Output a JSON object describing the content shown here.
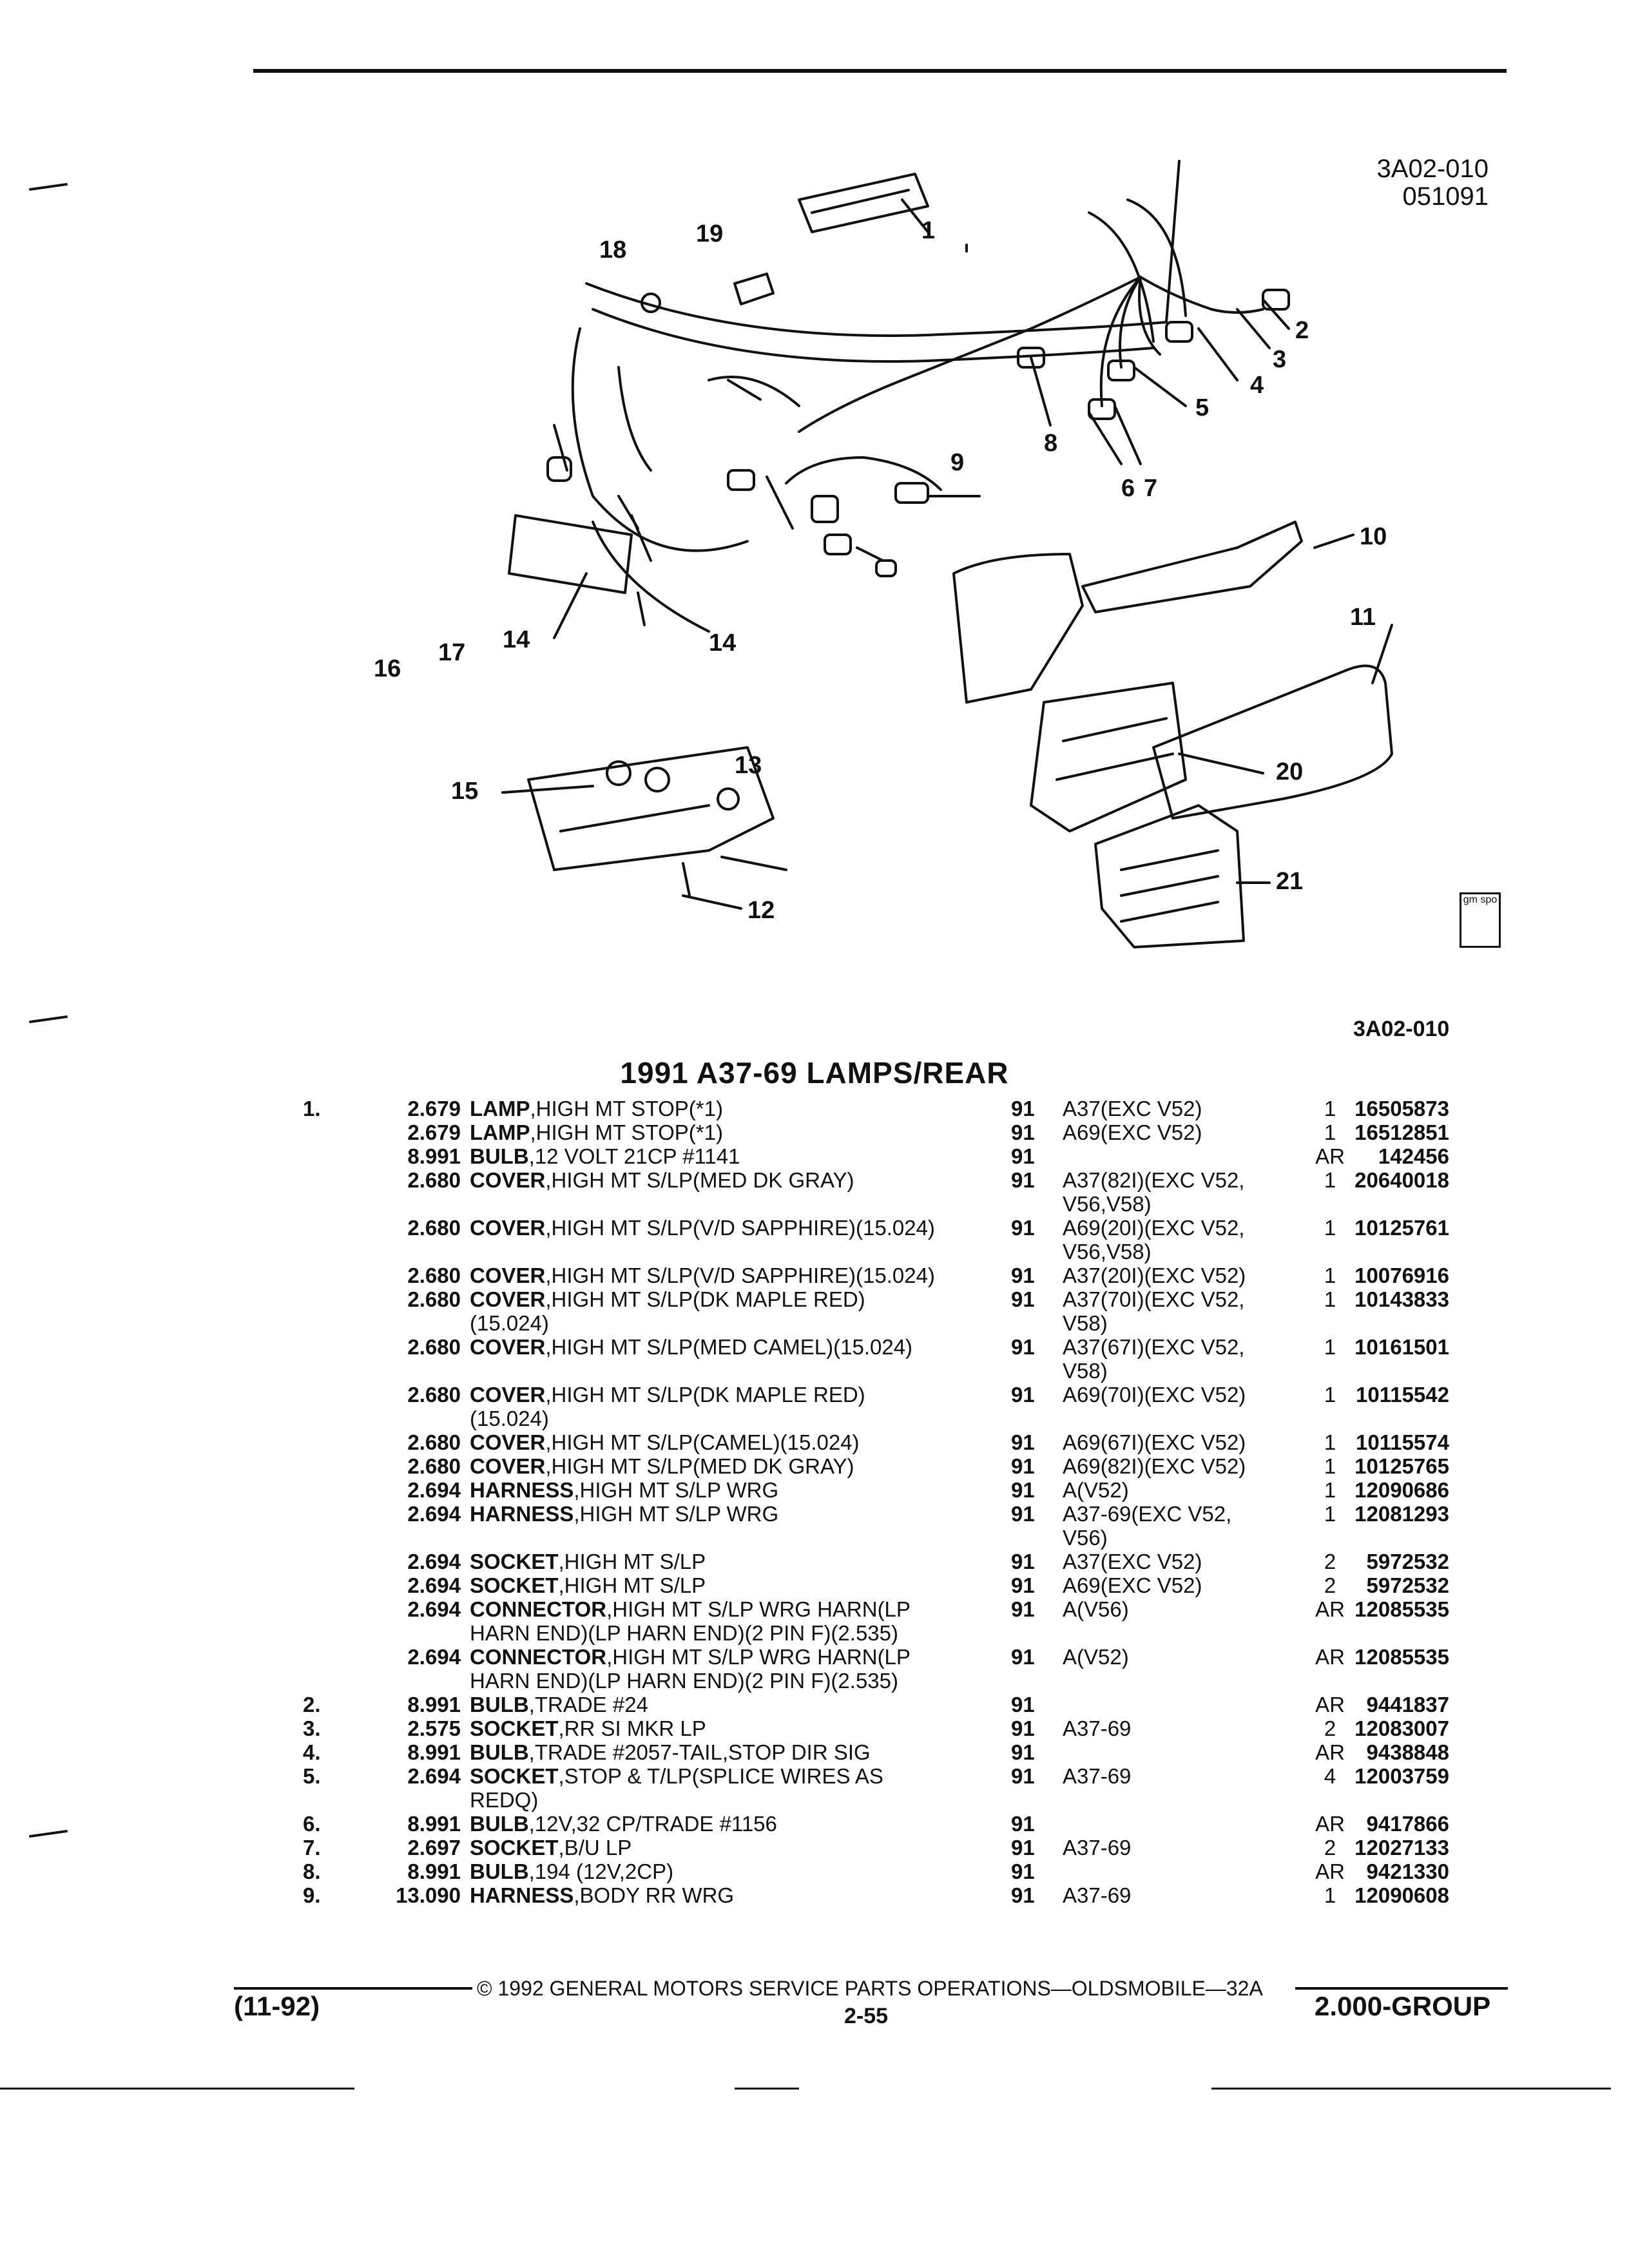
{
  "header": {
    "ref_code": "3A02-010",
    "ref_date": "051091",
    "illustration_code": "3A02-010"
  },
  "logo": {
    "text": "gm spo"
  },
  "title": "1991 A37-69 LAMPS/REAR",
  "callouts": [
    "1",
    "2",
    "3",
    "4",
    "5",
    "6",
    "7",
    "8",
    "9",
    "10",
    "11",
    "12",
    "13",
    "14",
    "15",
    "16",
    "17",
    "18",
    "19",
    "20",
    "21"
  ],
  "rows": [
    {
      "idx": "1.",
      "group": "2.679",
      "name": "LAMP",
      "desc": ",HIGH MT STOP(*1)",
      "desc2": "",
      "yr": "91",
      "model": "A37(EXC V52)",
      "model2": "",
      "qty": "1",
      "pn": "16505873"
    },
    {
      "idx": "",
      "group": "2.679",
      "name": "LAMP",
      "desc": ",HIGH MT STOP(*1)",
      "desc2": "",
      "yr": "91",
      "model": "A69(EXC V52)",
      "model2": "",
      "qty": "1",
      "pn": "16512851"
    },
    {
      "idx": "",
      "group": "8.991",
      "name": "BULB",
      "desc": ",12 VOLT 21CP #1141",
      "desc2": "",
      "yr": "91",
      "model": "",
      "model2": "",
      "qty": "AR",
      "pn": "142456"
    },
    {
      "idx": "",
      "group": "2.680",
      "name": "COVER",
      "desc": ",HIGH MT S/LP(MED DK GRAY)",
      "desc2": "",
      "yr": "91",
      "model": "A37(82I)(EXC V52,",
      "model2": "V56,V58)",
      "qty": "1",
      "pn": "20640018"
    },
    {
      "idx": "",
      "group": "2.680",
      "name": "COVER",
      "desc": ",HIGH MT S/LP(V/D SAPPHIRE)(15.024)",
      "desc2": "",
      "yr": "91",
      "model": "A69(20I)(EXC V52,",
      "model2": "V56,V58)",
      "qty": "1",
      "pn": "10125761"
    },
    {
      "idx": "",
      "group": "2.680",
      "name": "COVER",
      "desc": ",HIGH MT S/LP(V/D SAPPHIRE)(15.024)",
      "desc2": "",
      "yr": "91",
      "model": "A37(20I)(EXC V52)",
      "model2": "",
      "qty": "1",
      "pn": "10076916"
    },
    {
      "idx": "",
      "group": "2.680",
      "name": "COVER",
      "desc": ",HIGH MT S/LP(DK MAPLE RED)",
      "desc2": "(15.024)",
      "yr": "91",
      "model": "A37(70I)(EXC V52,",
      "model2": "V58)",
      "qty": "1",
      "pn": "10143833"
    },
    {
      "idx": "",
      "group": "2.680",
      "name": "COVER",
      "desc": ",HIGH MT S/LP(MED CAMEL)(15.024)",
      "desc2": "",
      "yr": "91",
      "model": "A37(67I)(EXC V52,",
      "model2": "V58)",
      "qty": "1",
      "pn": "10161501"
    },
    {
      "idx": "",
      "group": "2.680",
      "name": "COVER",
      "desc": ",HIGH MT S/LP(DK MAPLE RED)",
      "desc2": "(15.024)",
      "yr": "91",
      "model": "A69(70I)(EXC V52)",
      "model2": "",
      "qty": "1",
      "pn": "10115542"
    },
    {
      "idx": "",
      "group": "2.680",
      "name": "COVER",
      "desc": ",HIGH MT S/LP(CAMEL)(15.024)",
      "desc2": "",
      "yr": "91",
      "model": "A69(67I)(EXC V52)",
      "model2": "",
      "qty": "1",
      "pn": "10115574"
    },
    {
      "idx": "",
      "group": "2.680",
      "name": "COVER",
      "desc": ",HIGH MT S/LP(MED DK GRAY)",
      "desc2": "",
      "yr": "91",
      "model": "A69(82I)(EXC V52)",
      "model2": "",
      "qty": "1",
      "pn": "10125765"
    },
    {
      "idx": "",
      "group": "2.694",
      "name": "HARNESS",
      "desc": ",HIGH MT S/LP WRG",
      "desc2": "",
      "yr": "91",
      "model": "A(V52)",
      "model2": "",
      "qty": "1",
      "pn": "12090686"
    },
    {
      "idx": "",
      "group": "2.694",
      "name": "HARNESS",
      "desc": ",HIGH MT S/LP WRG",
      "desc2": "",
      "yr": "91",
      "model": "A37-69(EXC V52,",
      "model2": "V56)",
      "qty": "1",
      "pn": "12081293"
    },
    {
      "idx": "",
      "group": "2.694",
      "name": "SOCKET",
      "desc": ",HIGH MT S/LP",
      "desc2": "",
      "yr": "91",
      "model": "A37(EXC V52)",
      "model2": "",
      "qty": "2",
      "pn": "5972532"
    },
    {
      "idx": "",
      "group": "2.694",
      "name": "SOCKET",
      "desc": ",HIGH MT S/LP",
      "desc2": "",
      "yr": "91",
      "model": "A69(EXC V52)",
      "model2": "",
      "qty": "2",
      "pn": "5972532"
    },
    {
      "idx": "",
      "group": "2.694",
      "name": "CONNECTOR",
      "desc": ",HIGH MT S/LP WRG HARN(LP",
      "desc2": "HARN END)(LP HARN END)(2 PIN F)(2.535)",
      "yr": "91",
      "model": "A(V56)",
      "model2": "",
      "qty": "AR",
      "pn": "12085535"
    },
    {
      "idx": "",
      "group": "2.694",
      "name": "CONNECTOR",
      "desc": ",HIGH MT S/LP WRG HARN(LP",
      "desc2": "HARN END)(LP HARN END)(2 PIN F)(2.535)",
      "yr": "91",
      "model": "A(V52)",
      "model2": "",
      "qty": "AR",
      "pn": "12085535"
    },
    {
      "idx": "2.",
      "group": "8.991",
      "name": "BULB",
      "desc": ",TRADE #24",
      "desc2": "",
      "yr": "91",
      "model": "",
      "model2": "",
      "qty": "AR",
      "pn": "9441837"
    },
    {
      "idx": "3.",
      "group": "2.575",
      "name": "SOCKET",
      "desc": ",RR SI MKR LP",
      "desc2": "",
      "yr": "91",
      "model": "A37-69",
      "model2": "",
      "qty": "2",
      "pn": "12083007"
    },
    {
      "idx": "4.",
      "group": "8.991",
      "name": "BULB",
      "desc": ",TRADE #2057-TAIL,STOP DIR SIG",
      "desc2": "",
      "yr": "91",
      "model": "",
      "model2": "",
      "qty": "AR",
      "pn": "9438848"
    },
    {
      "idx": "5.",
      "group": "2.694",
      "name": "SOCKET",
      "desc": ",STOP & T/LP(SPLICE WIRES AS",
      "desc2": "REDQ)",
      "yr": "91",
      "model": "A37-69",
      "model2": "",
      "qty": "4",
      "pn": "12003759"
    },
    {
      "idx": "6.",
      "group": "8.991",
      "name": "BULB",
      "desc": ",12V,32 CP/TRADE #1156",
      "desc2": "",
      "yr": "91",
      "model": "",
      "model2": "",
      "qty": "AR",
      "pn": "9417866"
    },
    {
      "idx": "7.",
      "group": "2.697",
      "name": "SOCKET",
      "desc": ",B/U LP",
      "desc2": "",
      "yr": "91",
      "model": "A37-69",
      "model2": "",
      "qty": "2",
      "pn": "12027133"
    },
    {
      "idx": "8.",
      "group": "8.991",
      "name": "BULB",
      "desc": ",194 (12V,2CP)",
      "desc2": "",
      "yr": "91",
      "model": "",
      "model2": "",
      "qty": "AR",
      "pn": "9421330"
    },
    {
      "idx": "9.",
      "group": "13.090",
      "name": "HARNESS",
      "desc": ",BODY RR WRG",
      "desc2": "",
      "yr": "91",
      "model": "A37-69",
      "model2": "",
      "qty": "1",
      "pn": "12090608"
    }
  ],
  "footer": {
    "copyright": "© 1992 GENERAL MOTORS SERVICE PARTS OPERATIONS—OLDSMOBILE—32A",
    "page": "2-55",
    "date": "(11-92)",
    "group": "2.000-GROUP"
  }
}
